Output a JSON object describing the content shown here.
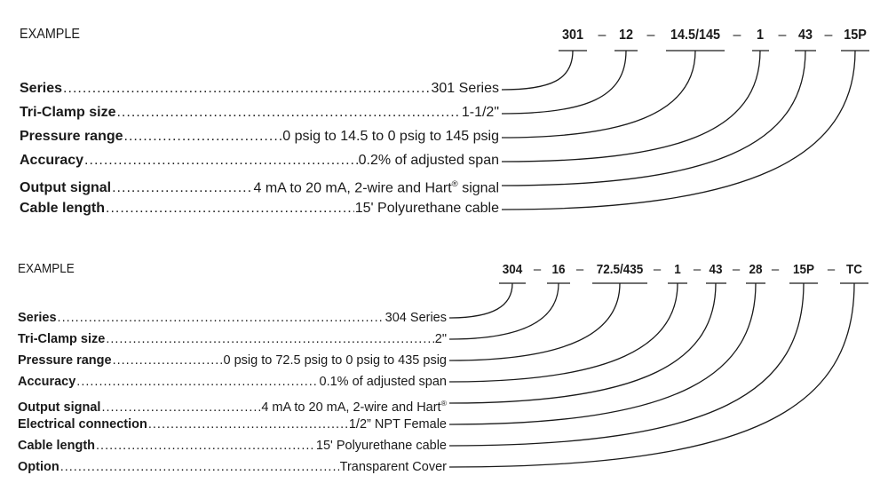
{
  "example1": {
    "title": "EXAMPLE",
    "code": [
      "301",
      "12",
      "14.5/145",
      "1",
      "43",
      "15P"
    ],
    "separator": "–",
    "rows": [
      {
        "label": "Series",
        "value": "301 Series"
      },
      {
        "label": "Tri-Clamp size",
        "value": "1-1/2\""
      },
      {
        "label": "Pressure range",
        "value": "0 psig to 14.5 to 0 psig to 145 psig"
      },
      {
        "label": "Accuracy",
        "value": "0.2% of adjusted span"
      },
      {
        "label": "Output signal",
        "value": "4 mA to 20 mA, 2-wire and Hart",
        "sup": "®",
        "value_suffix": " signal"
      },
      {
        "label": "Cable length",
        "value": "15' Polyurethane cable"
      }
    ]
  },
  "example2": {
    "title": "EXAMPLE",
    "code": [
      "304",
      "16",
      "72.5/435",
      "1",
      "43",
      "28",
      "15P",
      "TC"
    ],
    "separator": "–",
    "rows": [
      {
        "label": "Series",
        "value": "304 Series"
      },
      {
        "label": "Tri-Clamp size",
        "value": "2\""
      },
      {
        "label": "Pressure range",
        "value": "0 psig to 72.5 psig to 0 psig to 435 psig"
      },
      {
        "label": "Accuracy",
        "value": "0.1% of adjusted span"
      },
      {
        "label": "Output signal",
        "value": "4 mA to 20 mA, 2-wire and Hart",
        "sup": "®"
      },
      {
        "label": "Electrical connection",
        "value": "1/2” NPT Female"
      },
      {
        "label": "Cable length",
        "value": "15' Polyurethane cable"
      },
      {
        "label": "Option",
        "value": "Transparent Cover"
      }
    ]
  }
}
